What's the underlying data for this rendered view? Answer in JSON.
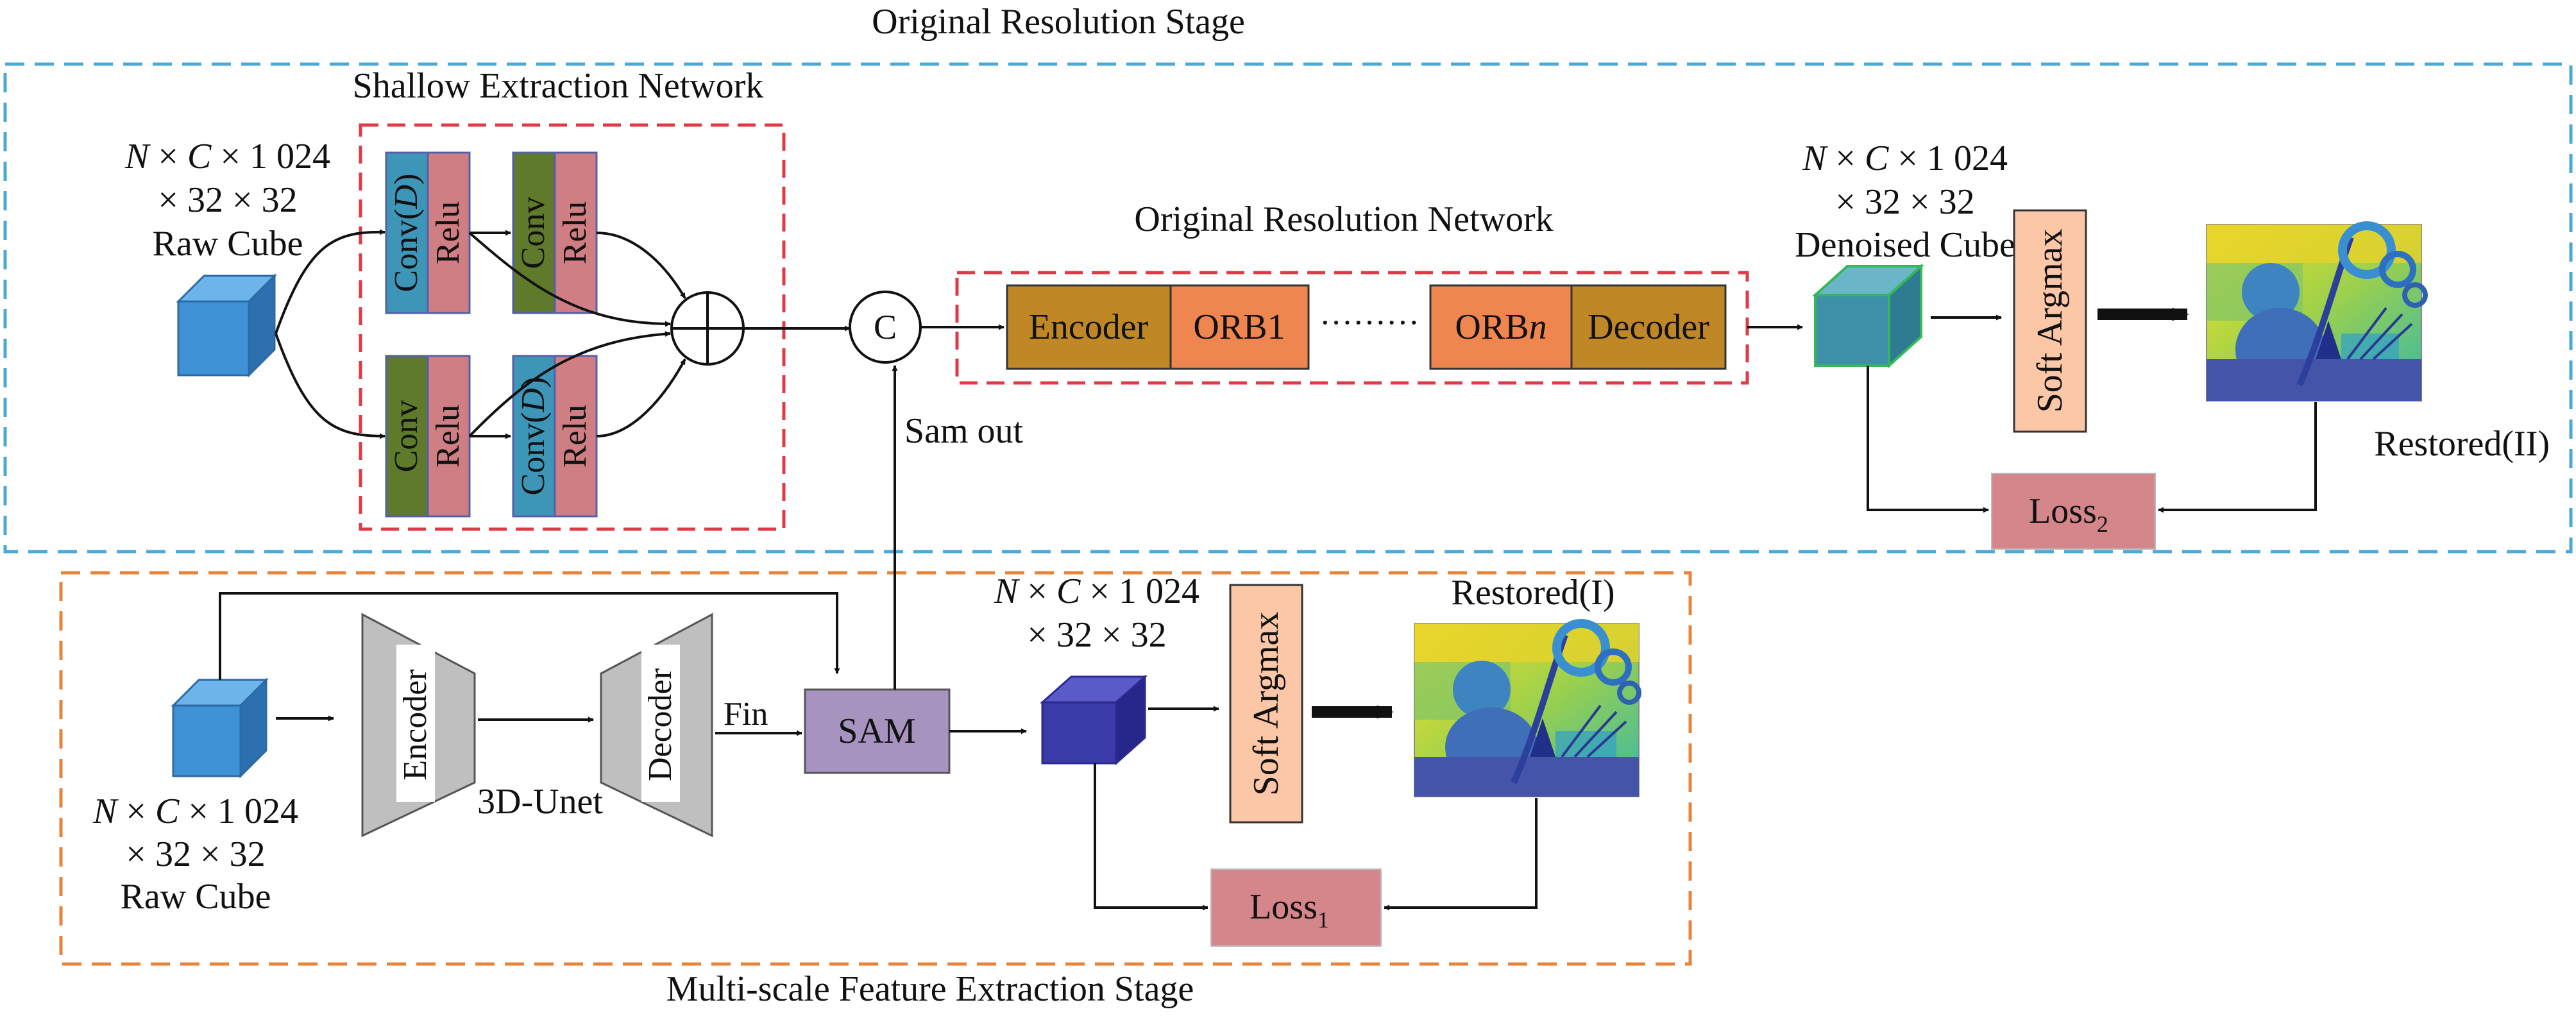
{
  "stages": {
    "original": {
      "title": "Original Resolution Stage",
      "shallow_network_title": "Shallow Extraction Network",
      "input": {
        "dims_n": "N",
        "dims_c": "C",
        "dims_rest1": "× 1 024",
        "dims_line2": "× 32 × 32",
        "name": "Raw Cube"
      },
      "branch_top": {
        "block1": {
          "conv": "Conv(",
          "conv_d": "D",
          "conv_close": ")",
          "relu": "Relu"
        },
        "block2": {
          "conv": "Conv",
          "relu": "Relu"
        }
      },
      "branch_bottom": {
        "block1": {
          "conv": "Conv",
          "relu": "Relu"
        },
        "block2": {
          "conv": "Conv(",
          "conv_d": "D",
          "conv_close": ")",
          "relu": "Relu"
        }
      },
      "concat_label": "C",
      "sam_out_label": "Sam out",
      "orn_title": "Original Resolution Network",
      "orn_blocks": {
        "encoder": "Encoder",
        "orb1": "ORB1",
        "ellipsis": "·········",
        "orbn_prefix": "ORB",
        "orbn_suffix": "n",
        "decoder": "Decoder"
      },
      "output": {
        "dims_n": "N",
        "dims_c": "C",
        "dims_rest1": "× 1 024",
        "dims_line2": "× 32 × 32",
        "name": "Denoised Cube"
      },
      "softargmax": "Soft Argmax",
      "restored_label": "Restored(II)",
      "loss": {
        "base": "Loss",
        "sub": "2"
      }
    },
    "multiscale": {
      "title": "Multi-scale Feature Extraction Stage",
      "input": {
        "dims_n": "N",
        "dims_c": "C",
        "dims_rest1": "× 1 024",
        "dims_line2": "× 32 × 32",
        "name": "Raw Cube"
      },
      "unet": {
        "encoder": "Encoder",
        "decoder": "Decoder",
        "label": "3D-Unet"
      },
      "fin_label": "Fin",
      "sam": "SAM",
      "output": {
        "dims_n": "N",
        "dims_c": "C",
        "dims_rest1": "× 1 024",
        "dims_line2": "× 32 × 32"
      },
      "softargmax": "Soft Argmax",
      "restored_label": "Restored(I)",
      "loss": {
        "base": "Loss",
        "sub": "1"
      }
    }
  },
  "colors": {
    "stage1_border": "#4aa9d6",
    "stage2_border": "#e8833a",
    "inner_border": "#e03a46",
    "cube": "#3f92d6",
    "cube_top": "#6db4ea",
    "cube_side": "#2c70b0",
    "conv_green": "#5e7a2a",
    "relu_pink": "#cf7e84",
    "block_border": "#5560a8",
    "conv_teal": "#3d96b8",
    "encoder_brown": "#c08727",
    "orb_orange": "#ef8650",
    "denoised_cube": "#3e8fa8",
    "sam_purple": "#a793c0",
    "cube2": "#3a3aa8",
    "softargmax": "#fbc7a7",
    "loss": "#d4868a",
    "trapezoid": "#bfbfbf"
  }
}
